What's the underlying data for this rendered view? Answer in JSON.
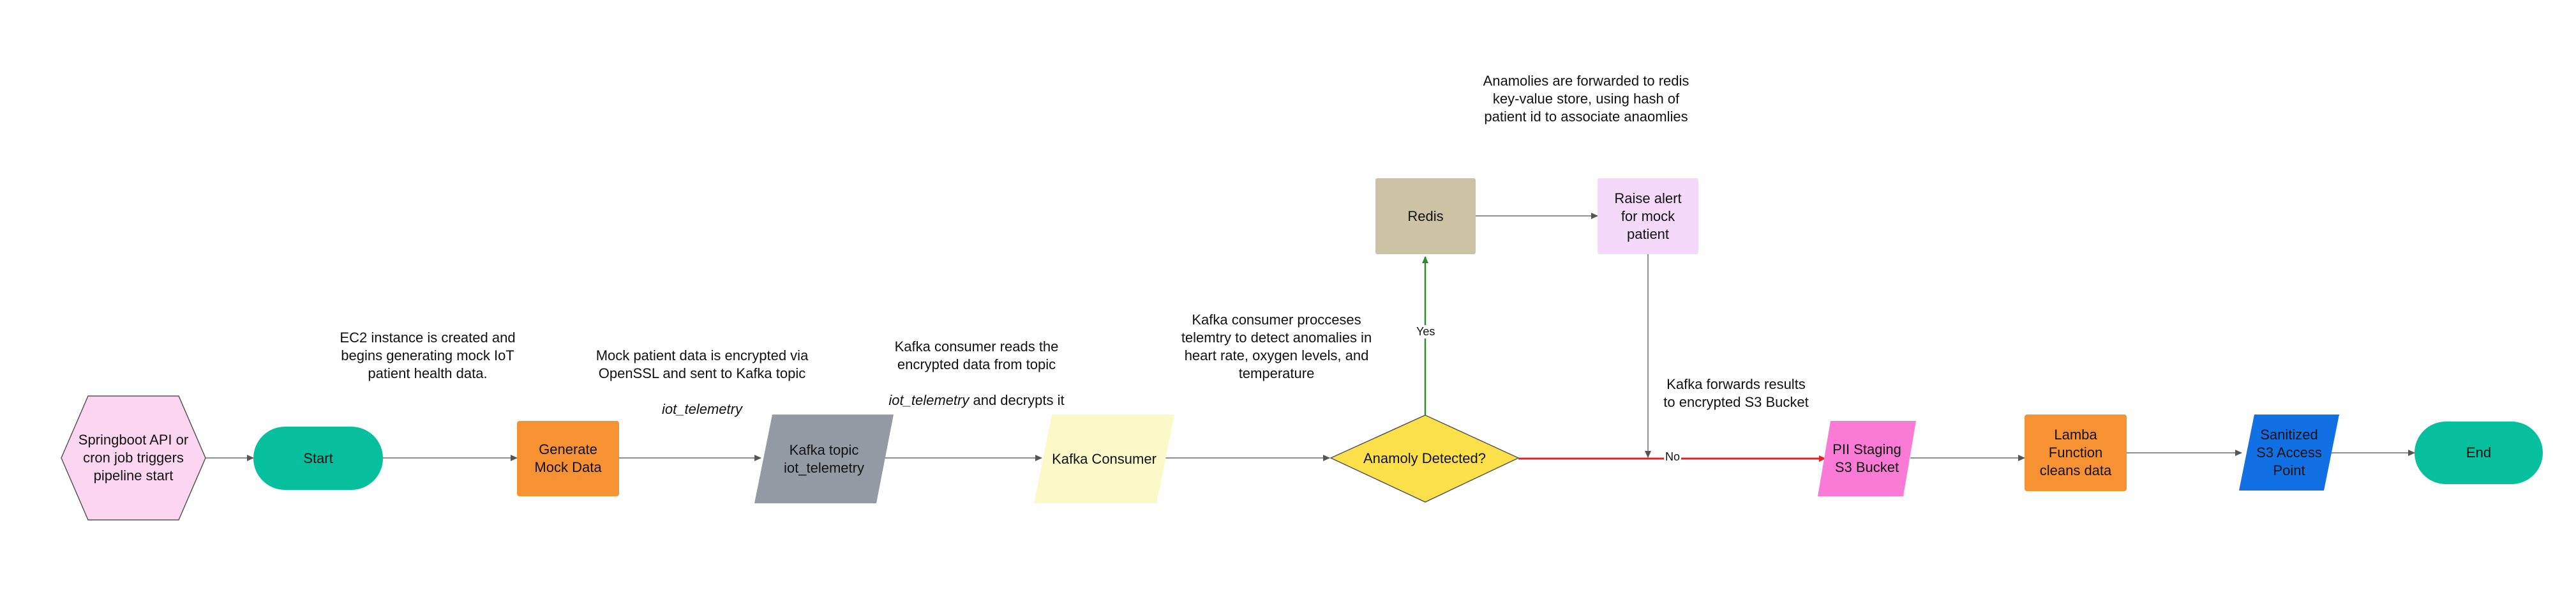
{
  "nodes": {
    "trigger": "Springboot API or\ncron job triggers\npipeline start",
    "start": "Start",
    "generate": "Generate\nMock Data",
    "kafka_topic": "Kafka topic\niot_telemetry",
    "kafka_consumer": "Kafka Consumer",
    "anomaly": "Anamoly Detected?",
    "redis": "Redis",
    "alert": "Raise alert\nfor mock\npatient",
    "pii_staging": "PII Staging\nS3 Bucket",
    "lambda": "Lamba\nFunction\ncleans data",
    "sanitized": "Sanitized\nS3 Access\nPoint",
    "end": "End"
  },
  "notes": {
    "ec2": "EC2 instance is created and\nbegins generating mock IoT\npatient health data.",
    "encrypt_1": "Mock patient data is encrypted via\nOpenSSL and sent to Kafka topic",
    "encrypt_topic": "iot_telemetry",
    "consumer_1": "Kafka consumer reads the\nencrypted data from topic",
    "consumer_topic": "iot_telemetry",
    "consumer_2": " and decrypts it",
    "anomaly_note": "Kafka consumer procceses\ntelemtry to detect anomalies in\nheart rate, oxygen levels, and\ntemperature",
    "redis_note": "Anamolies are forwarded to redis\nkey-value store, using hash of\npatient id to associate anaomlies",
    "s3_note": "Kafka forwards results\nto encrypted S3 Bucket"
  },
  "edge_labels": {
    "yes": "Yes",
    "no": "No"
  },
  "colors": {
    "trigger": "#fcd6f0",
    "start_end": "#05bf9d",
    "orange": "#f79233",
    "gray": "#939aa3",
    "consumer": "#fbf9c8",
    "diamond": "#fbe04a",
    "redis": "#cbc3a3",
    "alert": "#f5d9fb",
    "pii": "#fb7ad6",
    "sanitized": "#1070e4",
    "yes_edge": "#2f8a2f",
    "no_edge": "#e42020",
    "edge": "#6b6b6b"
  }
}
